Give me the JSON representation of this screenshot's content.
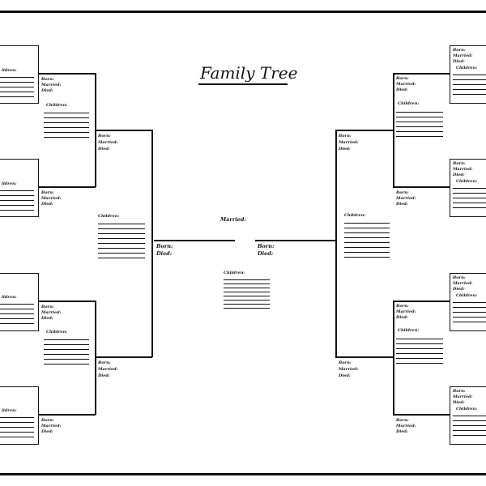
{
  "title": "Family Tree",
  "labels": {
    "born": "Born:",
    "married": "Married:",
    "died": "Died:",
    "children": "Children:",
    "children_cut": "ildren:"
  }
}
